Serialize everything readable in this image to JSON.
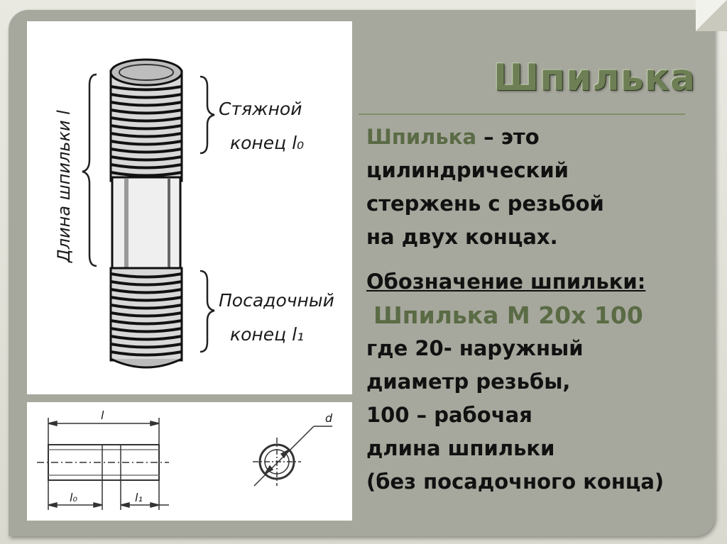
{
  "slide": {
    "title": "Шпилька",
    "definition": {
      "term": "Шпилька",
      "rest_line1": " – это",
      "line2": "цилиндрический",
      "line3": "стержень  с резьбой",
      "line4": "на двух концах."
    },
    "designation": {
      "heading": "Обозначение шпильки:",
      "example": "Шпилька М 20х 100",
      "lines": [
        "где  20- наружный",
        "диаметр резьбы,",
        "100 – рабочая",
        " длина шпильки",
        "(без посадочного конца)"
      ]
    }
  },
  "figure_top": {
    "axis_label": "Длина шпильки l",
    "tightening_label_1": "Стяжной",
    "tightening_label_2": "конец l₀",
    "seating_label_1": "Посадочный",
    "seating_label_2": "конец l₁"
  },
  "figure_bottom": {
    "length_label": "l",
    "l0_label": "l₀",
    "l1_label": "l₁",
    "diameter_label": "d"
  },
  "colors": {
    "slide_bg": "#a7a89d",
    "title": "#6e7f55",
    "accent_text": "#5a6b45"
  }
}
